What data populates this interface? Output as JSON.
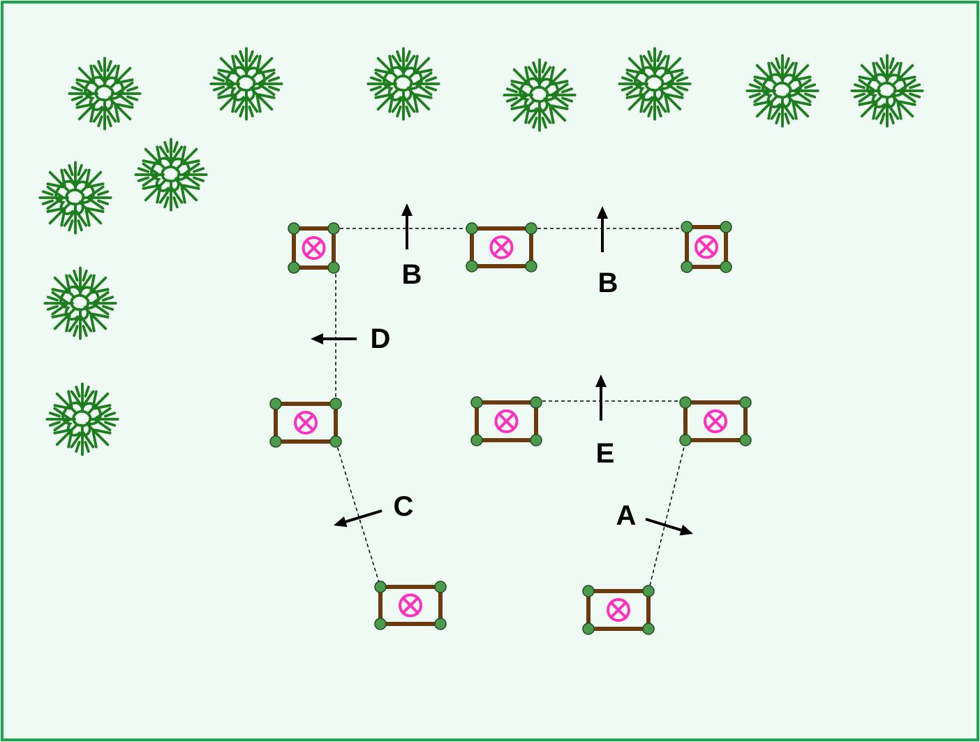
{
  "colors": {
    "field_background": "#f0faf4",
    "field_border": "#1aa64a",
    "tree_green": "#1e7d1e",
    "blind_frame": "#6b3a0e",
    "corner_post": "#4c9a4c",
    "hunter_symbol": "#ff2fbf",
    "connector_line": "#000000",
    "arrow": "#000000"
  },
  "icons": {
    "tree": "tree-icon",
    "blind": "hunting-blind-icon",
    "hunter": "circled-x-icon",
    "arrow": "arrow-icon"
  },
  "arrow_labels": {
    "a": "A",
    "b1": "B",
    "b2": "B",
    "c": "C",
    "d": "D",
    "e": "E"
  }
}
